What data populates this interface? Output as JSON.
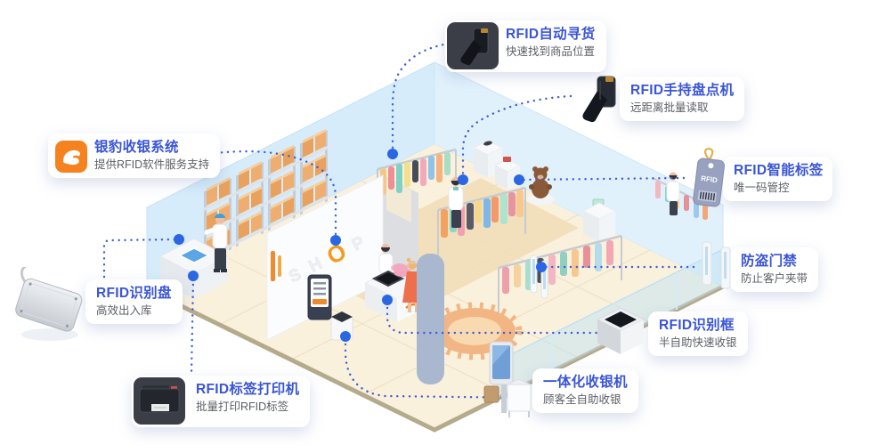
{
  "colors": {
    "accent_blue": "#3a55d6",
    "subtitle_gray": "#5c6067",
    "connector_blue": "#3f5ed8",
    "dot_blue": "#2b66e3",
    "brand_orange": "#f5821f",
    "shop_o_orange": "#f59a1e"
  },
  "callouts": [
    {
      "id": "auto-find",
      "title": "RFID自动寻货",
      "subtitle": "快速找到商品位置",
      "icon": "handheld-scanner-darkbox-icon"
    },
    {
      "id": "handheld-counter",
      "title": "RFID手持盘点机",
      "subtitle": "远距离批量读取",
      "icon": "handheld-scanner-icon"
    },
    {
      "id": "smart-tag",
      "title": "RFID智能标签",
      "subtitle": "唯一码管控",
      "icon": "rfid-hang-tag-icon"
    },
    {
      "id": "security-gate",
      "title": "防盗门禁",
      "subtitle": "防止客户夹带",
      "icon": "gate-panels-icon"
    },
    {
      "id": "recognition-frame",
      "title": "RFID识别框",
      "subtitle": "半自助快速收银",
      "icon": "recognition-box-icon"
    },
    {
      "id": "integrated-register",
      "title": "一体化收银机",
      "subtitle": "顾客全自助收银",
      "icon": "self-checkout-kiosk-icon"
    },
    {
      "id": "label-printer",
      "title": "RFID标签打印机",
      "subtitle": "批量打印RFID标签",
      "icon": "label-printer-darkbox-icon"
    },
    {
      "id": "recognition-pad",
      "title": "RFID识别盘",
      "subtitle": "高效出入库",
      "icon": "flat-reader-pad-icon"
    },
    {
      "id": "pospal-system",
      "title": "银豹收银系统",
      "subtitle": "提供RFID软件服务支持",
      "icon": "pospal-logo-icon"
    }
  ],
  "scene": {
    "shop_sign_letters": [
      "S",
      "H",
      "O",
      "P"
    ],
    "tag_label": "RFID"
  }
}
